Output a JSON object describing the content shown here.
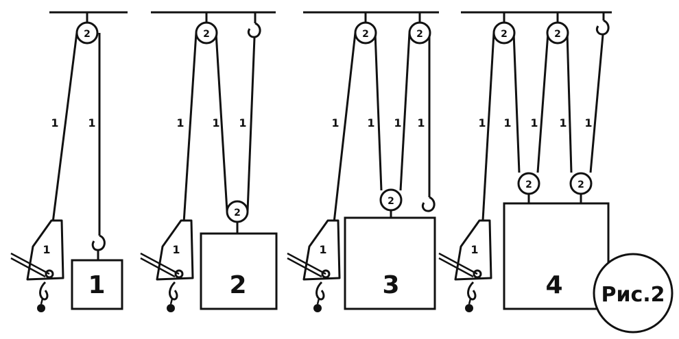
{
  "figure_label": "Рис.2",
  "pulley_label": "2",
  "rope_label": "1",
  "winch_label": "1",
  "systems": [
    {
      "load_label": "1",
      "rope_labels": [
        "1",
        "1"
      ]
    },
    {
      "load_label": "2",
      "rope_labels": [
        "1",
        "1",
        "1"
      ]
    },
    {
      "load_label": "3",
      "rope_labels": [
        "1",
        "1",
        "1",
        "1"
      ]
    },
    {
      "load_label": "4",
      "rope_labels": [
        "1",
        "1",
        "1",
        "1",
        "1"
      ]
    }
  ],
  "colors": {
    "ink": "#111111",
    "background": "#ffffff"
  }
}
